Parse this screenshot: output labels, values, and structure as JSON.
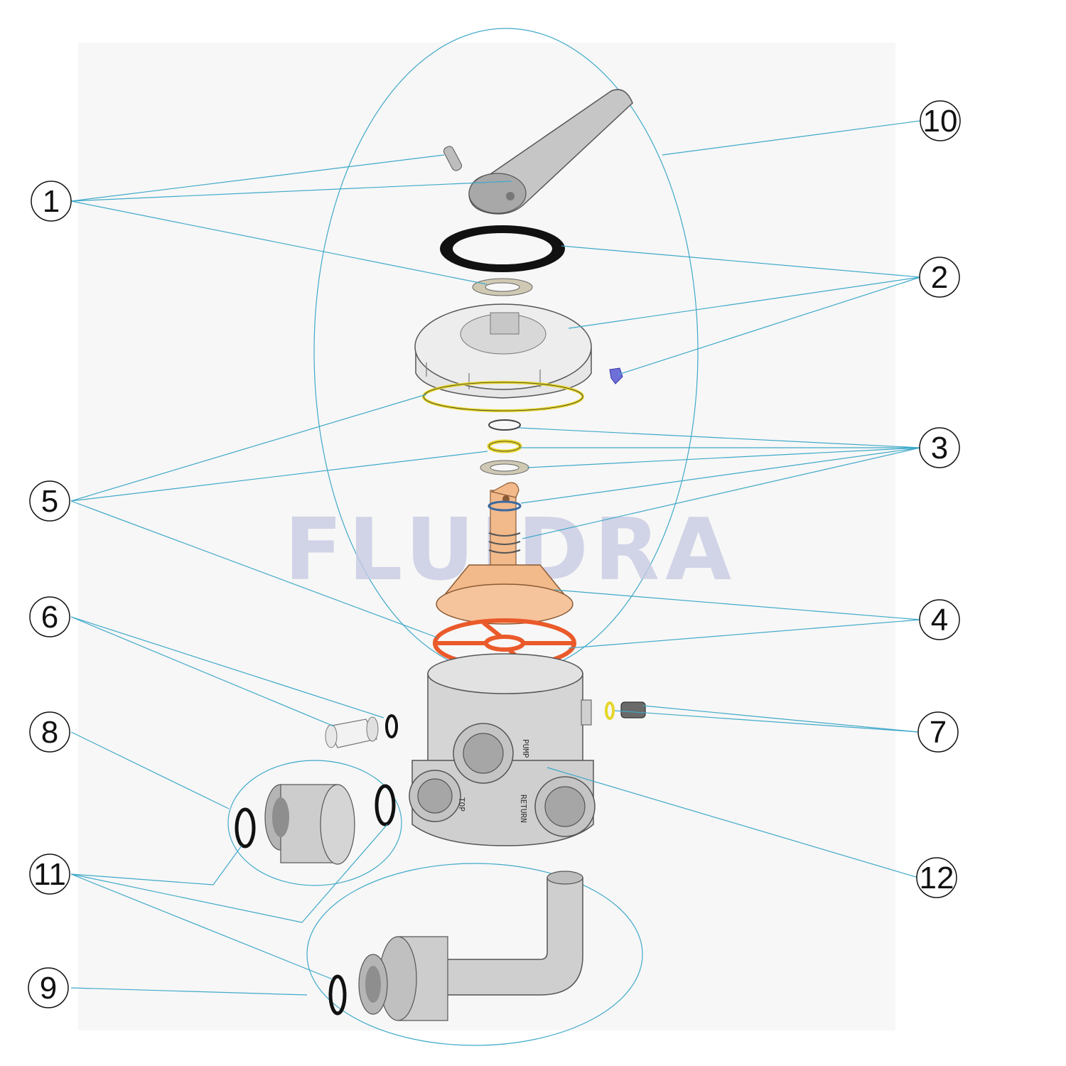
{
  "watermark": {
    "text": "FLUIDRA",
    "color": "#c8cbe4"
  },
  "colors": {
    "leader": "#3fa9c9",
    "part_grey": "#c9c9c9",
    "part_dark": "#8e8e8e",
    "rotor": "#f2b98a",
    "seal_orange": "#ea5a2a",
    "seal_yellow": "#e6d62a",
    "screw_blue": "#6f6fd8"
  },
  "callouts": [
    {
      "id": "1",
      "label": "1"
    },
    {
      "id": "2",
      "label": "2"
    },
    {
      "id": "3",
      "label": "3"
    },
    {
      "id": "4",
      "label": "4"
    },
    {
      "id": "5",
      "label": "5"
    },
    {
      "id": "6",
      "label": "6"
    },
    {
      "id": "7",
      "label": "7"
    },
    {
      "id": "8",
      "label": "8"
    },
    {
      "id": "9",
      "label": "9"
    },
    {
      "id": "10",
      "label": "10"
    },
    {
      "id": "11",
      "label": "11"
    },
    {
      "id": "12",
      "label": "12"
    }
  ],
  "port_labels": {
    "pump": "PUMP",
    "return": "RETURN",
    "top": "TOP"
  }
}
